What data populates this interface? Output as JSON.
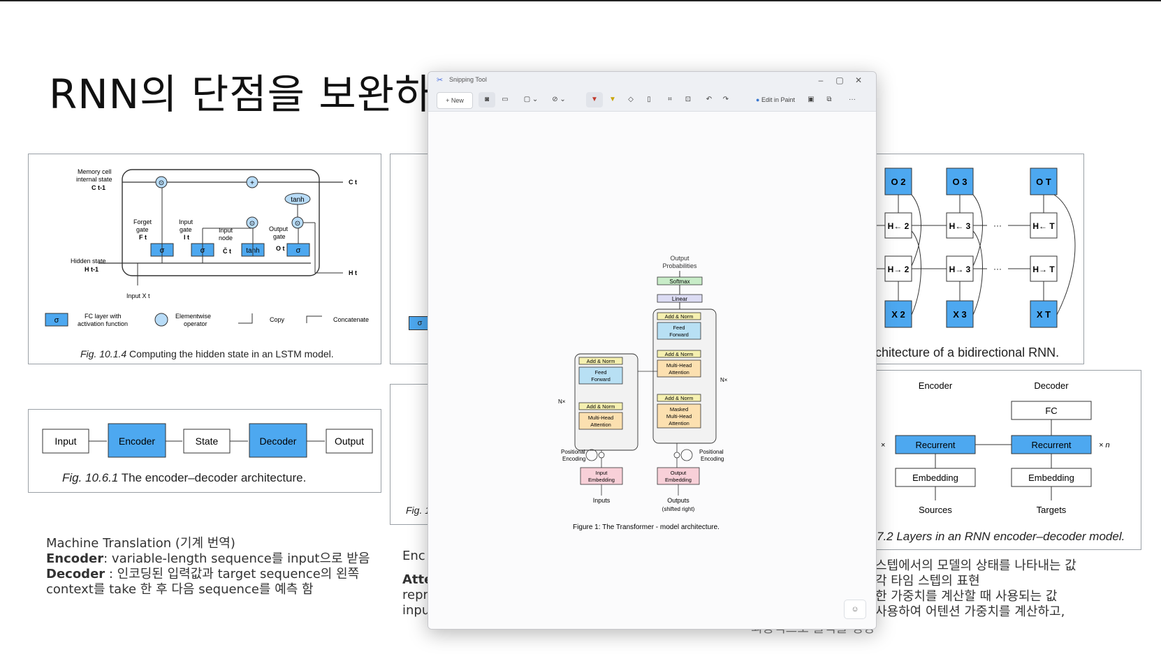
{
  "slide": {
    "title": "RNN의 단점을 보완하",
    "lstm": {
      "labels": {
        "memory": [
          "Memory cell",
          "internal state",
          "C t-1"
        ],
        "forget": [
          "Forget",
          "gate",
          "F t"
        ],
        "input_gate": [
          "Input",
          "gate",
          "I t"
        ],
        "input_node": [
          "Input",
          "node",
          "C̃ t"
        ],
        "output_gate": [
          "Output",
          "gate",
          "O t"
        ],
        "hidden": [
          "Hidden state",
          "H t-1"
        ],
        "input_x": "Input X t",
        "c_out": "C t",
        "h_out": "H t",
        "tanh": "tanh",
        "sigma": "σ"
      },
      "legend": {
        "fc": [
          "FC layer with",
          "activation function"
        ],
        "elementwise": [
          "Elementwise",
          "operator"
        ],
        "copy": "Copy",
        "concat": "Concatenate"
      },
      "caption_fig": "Fig. 10.1.4",
      "caption_text": "Computing the hidden state in an LSTM model."
    },
    "encdec": {
      "boxes": [
        "Input",
        "Encoder",
        "State",
        "Decoder",
        "Output"
      ],
      "caption_fig": "Fig. 10.6.1",
      "caption_text": "The encoder–decoder architecture."
    },
    "partial_card_sigma": "σ",
    "partial_fig": "Fig. 1",
    "birnn": {
      "outputs": [
        "O 2",
        "O 3",
        "O T"
      ],
      "forward": [
        "H→ 2",
        "H→ 3",
        "H→ T"
      ],
      "backward": [
        "H← 2",
        "H← 3",
        "H← T"
      ],
      "inputs": [
        "X 2",
        "X 3",
        "X T"
      ],
      "ellipsis": "···",
      "caption": "chitecture of a bidirectional RNN."
    },
    "rnn_encdec": {
      "encoder_label": "Encoder",
      "decoder_label": "Decoder",
      "fc": "FC",
      "recurrent": "Recurrent",
      "embedding": "Embedding",
      "sources": "Sources",
      "targets": "Targets",
      "times_left": "× ",
      "times_n": "× n",
      "caption": "7.2 Layers in an RNN encoder–decoder model."
    },
    "notes_left": {
      "line1": "Machine Translation (기계 번역)",
      "line2_b": "Encoder",
      "line2": ": variable-length sequence를 input으로 받음",
      "line3_b": "Decoder",
      "line3": " : 인코딩된 입력값과 target sequence의 왼쪽",
      "line4": "context를 take 한 후 다음 sequence를 예측 함"
    },
    "notes_mid": {
      "line1": "Enc",
      "line2_b": "Atte",
      "line3": "repre",
      "line4": "inpu"
    },
    "notes_right": {
      "line1": "스텝에서의 모델의 상태를 나타내는 값",
      "line2": "각 타임 스텝의 표현",
      "line3": "한 가중치를 계산할 때 사용되는 값",
      "line4": "사용하여 어텐션 가중치를 계산하고,",
      "line5": "최종적으로 출력을 생성"
    }
  },
  "snip": {
    "app_title": "Snipping Tool",
    "new_label": "+ New",
    "edit_in_paint": "Edit in Paint",
    "more": "···",
    "transformer": {
      "output_probs": [
        "Output",
        "Probabilities"
      ],
      "softmax": "Softmax",
      "linear": "Linear",
      "add_norm": "Add & Norm",
      "feed_forward": [
        "Feed",
        "Forward"
      ],
      "mha": [
        "Multi-Head",
        "Attention"
      ],
      "masked_mha": [
        "Masked",
        "Multi-Head",
        "Attention"
      ],
      "nx": "N×",
      "pos_enc": [
        "Positional",
        "Encoding"
      ],
      "input_emb": [
        "Input",
        "Embedding"
      ],
      "output_emb": [
        "Output",
        "Embedding"
      ],
      "inputs": "Inputs",
      "outputs": [
        "Outputs",
        "(shifted right)"
      ],
      "caption": "Figure 1: The Transformer - model architecture."
    }
  }
}
